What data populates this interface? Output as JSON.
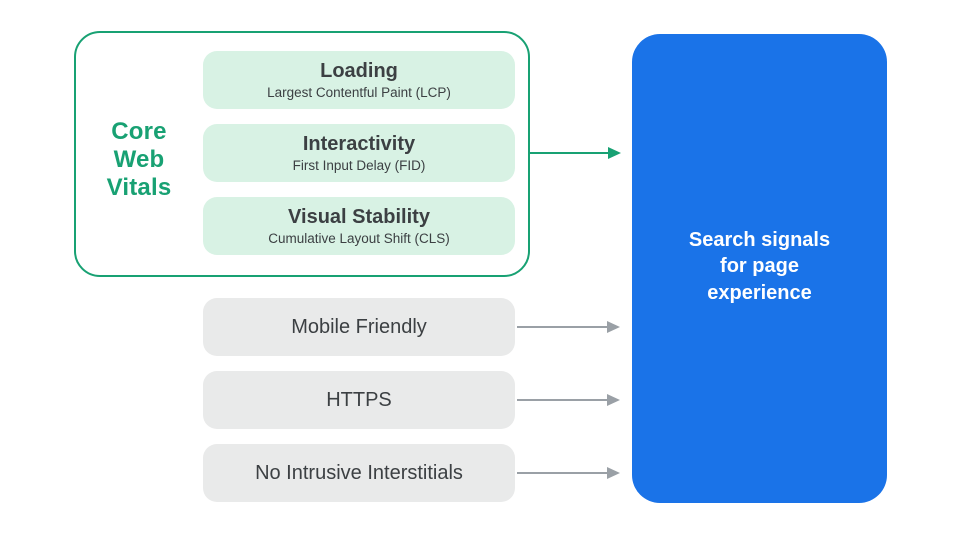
{
  "page": {
    "background": "#FFFFFF",
    "description": "Core Web Vitals page experience signals diagram"
  },
  "colors": {
    "green": "#18A173",
    "green_light": "#D8F2E4",
    "blue": "#1A73E8",
    "gray_box": "#E9EAEA",
    "gray_arrow": "#9AA0A6",
    "text_dark": "#3C4043",
    "text_white": "#FFFFFF"
  },
  "core_web_vitals": {
    "label_lines": [
      "Core",
      "Web",
      "Vitals"
    ],
    "items": [
      {
        "title": "Loading",
        "subtitle": "Largest Contentful Paint (LCP)"
      },
      {
        "title": "Interactivity",
        "subtitle": "First Input Delay (FID)"
      },
      {
        "title": "Visual Stability",
        "subtitle": "Cumulative Layout Shift (CLS)"
      }
    ]
  },
  "other_signals": [
    {
      "label": "Mobile Friendly"
    },
    {
      "label": "HTTPS"
    },
    {
      "label": "No Intrusive Interstitials"
    }
  ],
  "result_panel": {
    "lines": [
      "Search signals",
      "for page",
      "experience"
    ]
  }
}
